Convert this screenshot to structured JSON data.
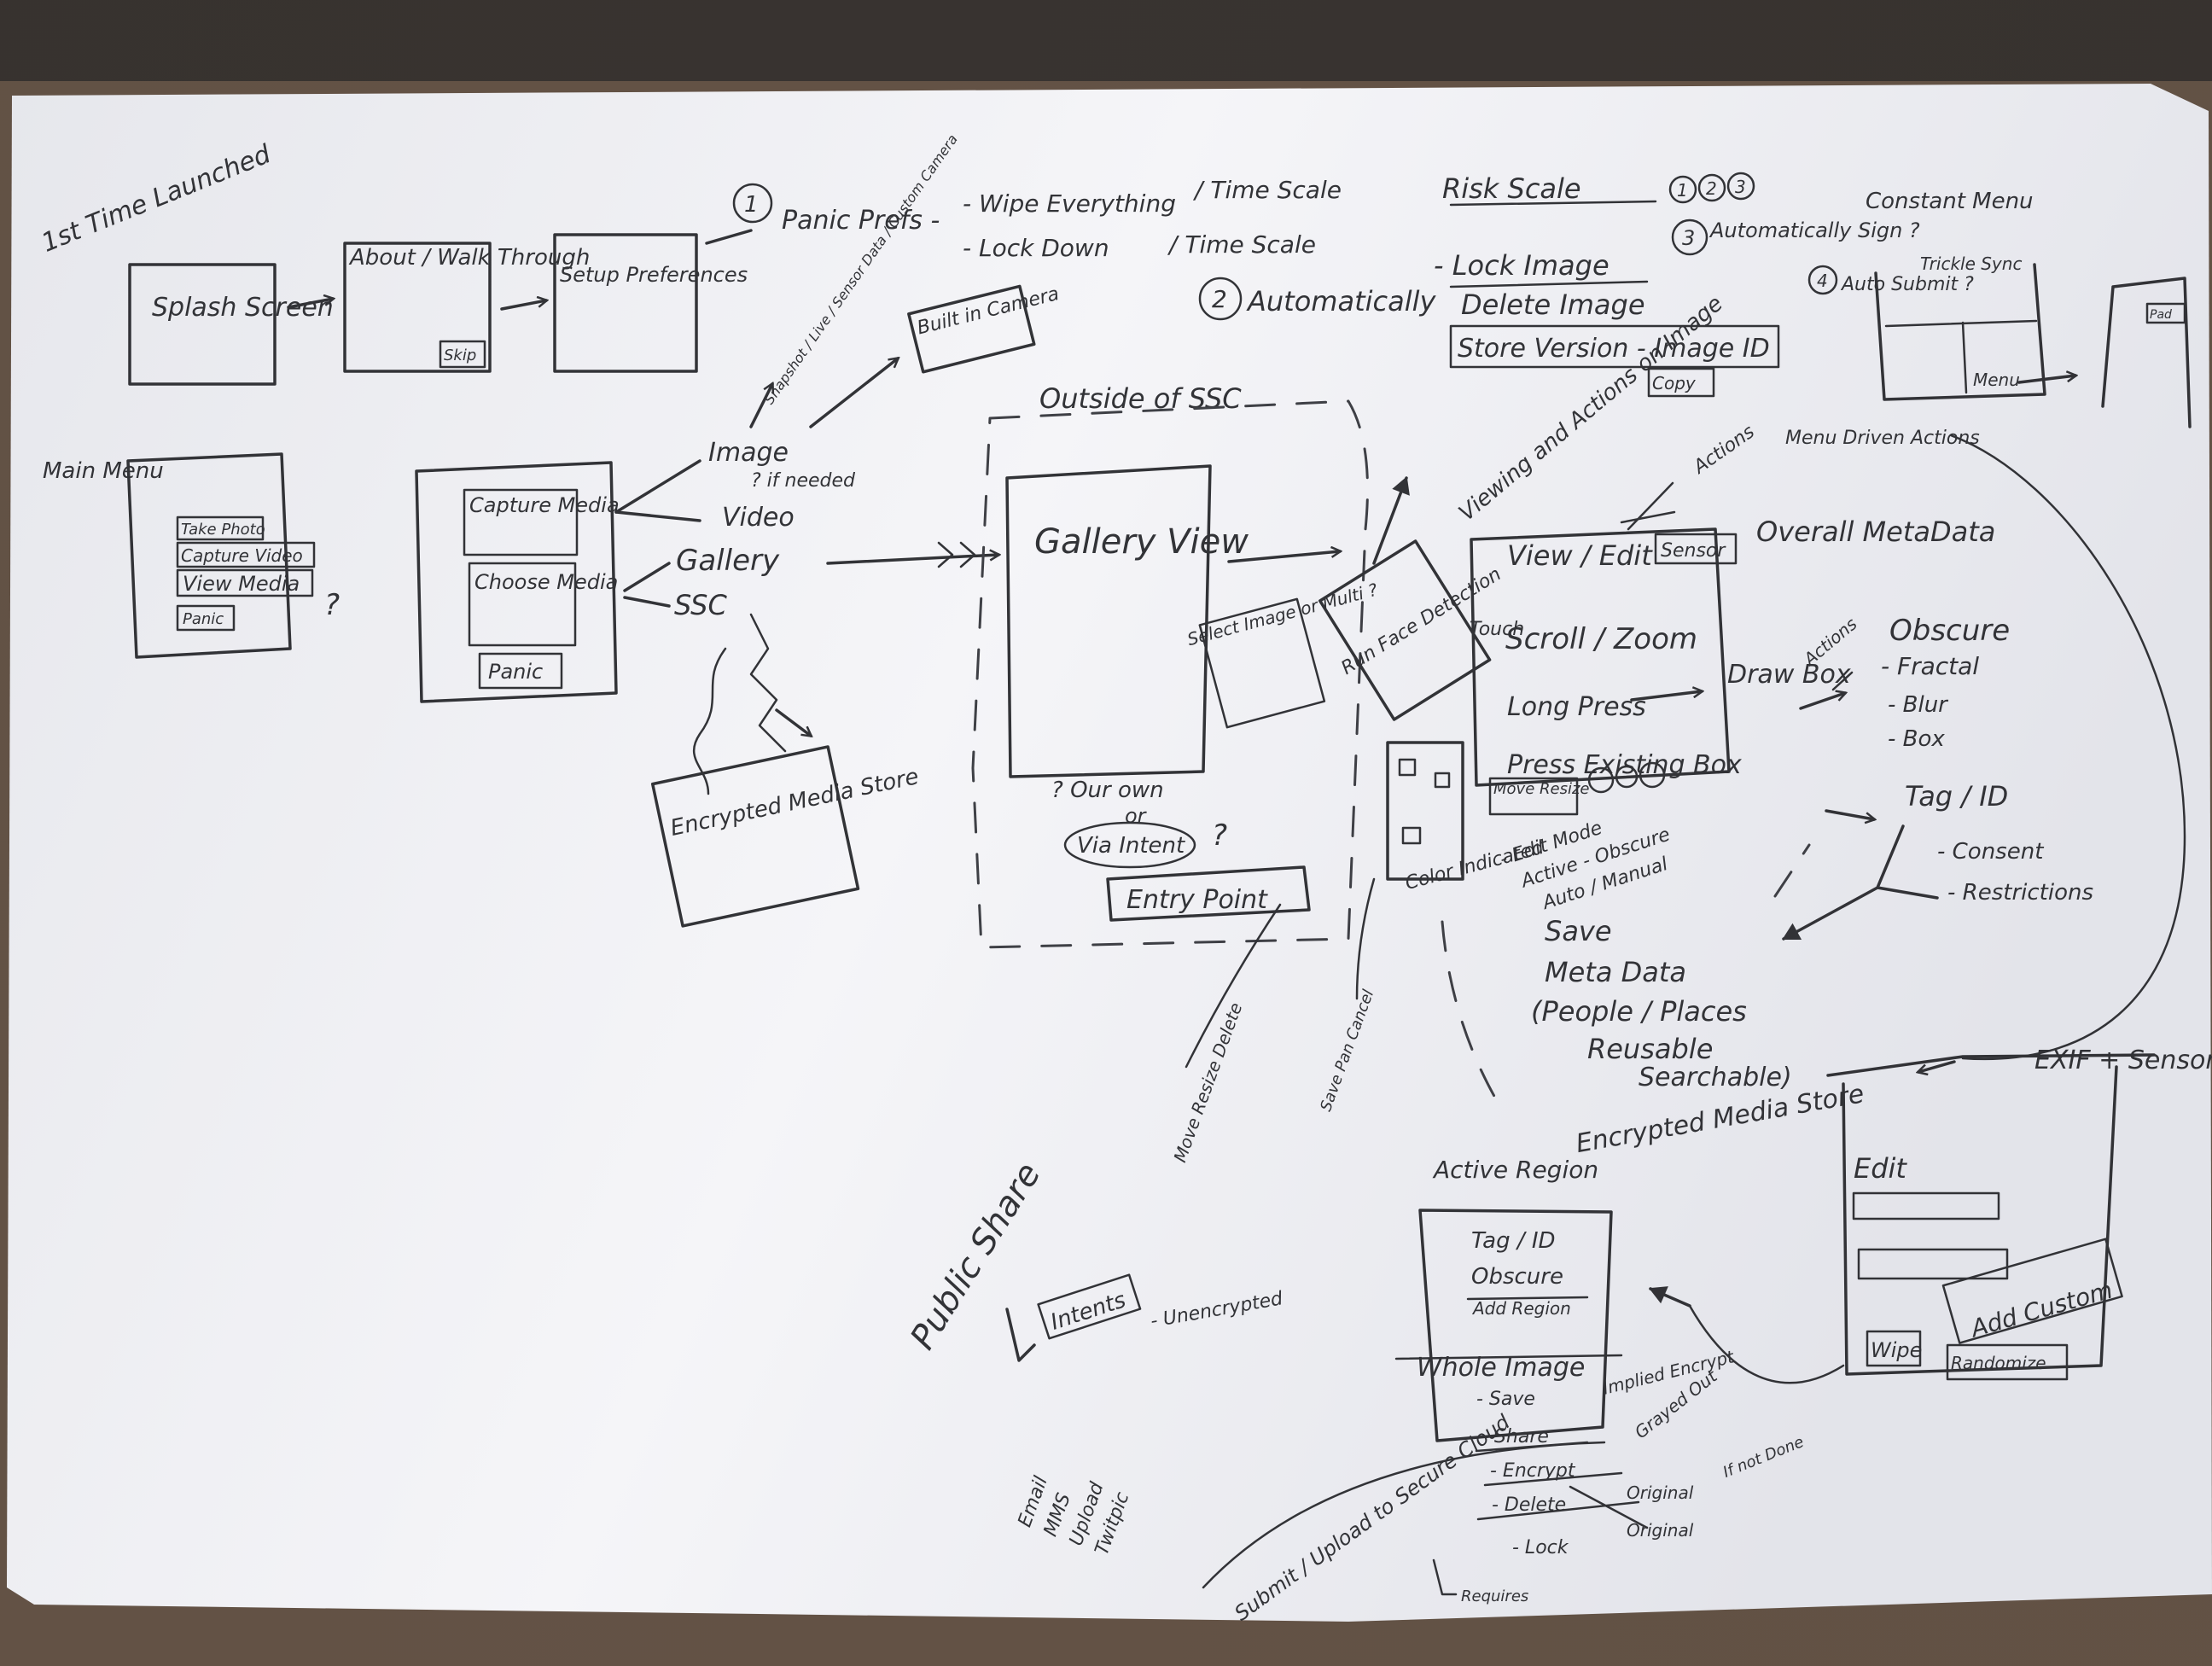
{
  "first_launch": {
    "label": "1st Time Launched",
    "splash": "Splash Screen",
    "about": "About / Walk Through",
    "skip": "Skip",
    "setup": "Setup Preferences"
  },
  "panic_prefs": {
    "num": "1",
    "label": "Panic Prefs -",
    "opt1": "- Wipe Everything",
    "opt1_scale": "/ Time Scale",
    "opt2": "- Lock Down",
    "opt2_scale": "/ Time Scale"
  },
  "risk_scale": {
    "label": "Risk Scale",
    "n1": "1",
    "n2": "2",
    "n3": "3"
  },
  "automatically": {
    "num": "2",
    "label": "Automatically",
    "lock": "- Lock Image",
    "del": "Delete Image",
    "store": "Store Version - Image ID",
    "copy": "Copy"
  },
  "auto_sign": {
    "num": "3",
    "label": "Automatically Sign ?"
  },
  "auto_submit": {
    "num": "4",
    "label": "Auto Submit ?",
    "trickle": "Trickle Sync"
  },
  "constant_menu": {
    "label": "Constant Menu",
    "menu_btn": "Menu",
    "pad": "Pad"
  },
  "main_menu": {
    "label": "Main Menu",
    "items": [
      "Take Photo",
      "Capture Video",
      "View Media",
      "Panic"
    ],
    "q": "?"
  },
  "capture": {
    "capture": "Capture Media",
    "choose": "Choose Media",
    "panic": "Panic",
    "image": "Image",
    "if_needed": "? if needed",
    "video": "Video",
    "gallery": "Gallery",
    "ssc": "SSC",
    "builtin": "Built in Camera",
    "custom": "Snapshot / Live / Sensor Data / Custom Camera"
  },
  "encrypted_store": "Encrypted Media Store",
  "outside_ssc": "Outside of SSC",
  "gallery_view": {
    "title": "Gallery View",
    "our_own": "? Our own",
    "or": "or",
    "via_intent": "Via Intent",
    "q": "?",
    "entry": "Entry Point",
    "select": "Select Image or Multi ?",
    "move": "Move Resize Delete",
    "save": "Save Pan Cancel",
    "run_face": "Run Face Detection"
  },
  "viewing": {
    "title": "Viewing and Actions on Image",
    "actions": "Actions",
    "menu_driven": "Menu Driven Actions",
    "view_edit": "View / Edit",
    "sensor": "Sensor",
    "overall": "Overall MetaData",
    "touch": "Touch",
    "scroll": "Scroll / Zoom",
    "long_press": "Long Press",
    "press_existing": "Press Existing Box",
    "move_resize": "Move Resize",
    "draw_box": "Draw Box",
    "draw_actions": "Actions",
    "color": "Color Indicated",
    "edit_mode": "- Edit Mode",
    "active_obscure": "Active - Obscure",
    "auto_manual": "Auto / Manual",
    "save": "Save",
    "meta": "Meta Data",
    "people": "(People / Places",
    "reusable": "Reusable",
    "searchable": "Searchable)",
    "enc_store": "Encrypted Media Store"
  },
  "obscure": {
    "title": "Obscure",
    "fractal": "- Fractal",
    "blur": "- Blur",
    "box": "- Box",
    "tag": "Tag / ID",
    "consent": "- Consent",
    "restrictions": "- Restrictions"
  },
  "exif": {
    "title": "EXIF + Sensors Data",
    "edit": "Edit",
    "add_custom": "Add Custom",
    "wipe": "Wipe",
    "randomize": "Randomize"
  },
  "active_region": {
    "title": "Active Region",
    "tag": "Tag / ID",
    "obscure": "Obscure",
    "add_region": "Add Region",
    "whole": "Whole Image",
    "implied": "Implied Encrypt",
    "save": "- Save",
    "share": "- Share",
    "encrypt": "- Encrypt",
    "delete": "- Delete",
    "lock": "- Lock",
    "grayed": "Grayed Out",
    "if_not": "If not Done",
    "original1": "Original",
    "original2": "Original",
    "requires": "Requires"
  },
  "submit": "Submit / Upload to Secure Cloud",
  "public_share": {
    "title": "Public Share",
    "intents": "Intents",
    "unenc": "- Unencrypted",
    "email": "Email",
    "mms": "MMS",
    "upload": "Upload",
    "twitpic": "Twitpic"
  }
}
